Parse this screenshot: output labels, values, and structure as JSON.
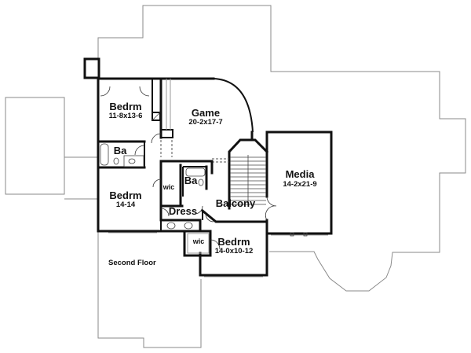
{
  "floor_plan": {
    "floor_label": "Second Floor",
    "rooms": [
      {
        "name": "Bedrm",
        "dimensions": "11-8x13-6"
      },
      {
        "name": "Game",
        "dimensions": "20-2x17-7"
      },
      {
        "name": "Ba",
        "dimensions": ""
      },
      {
        "name": "Media",
        "dimensions": "14-2x21-9"
      },
      {
        "name": "Ba",
        "dimensions": ""
      },
      {
        "name": "wic",
        "dimensions": ""
      },
      {
        "name": "Bedrm",
        "dimensions": "14-14"
      },
      {
        "name": "Dress",
        "dimensions": ""
      },
      {
        "name": "Balcony",
        "dimensions": ""
      },
      {
        "name": "wic",
        "dimensions": ""
      },
      {
        "name": "Bedrm",
        "dimensions": "14-0x10-12"
      }
    ],
    "colors": {
      "walls": "#111111",
      "roof_outline": "#8a8a8a",
      "background": "#ffffff"
    }
  }
}
